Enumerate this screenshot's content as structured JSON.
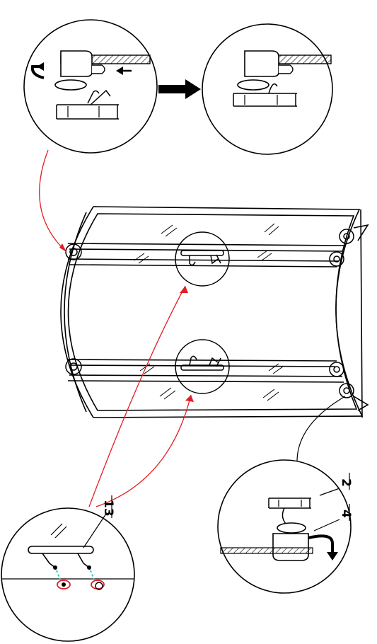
{
  "callouts": [
    {
      "id": "label-2",
      "text": "2"
    },
    {
      "id": "label-4",
      "text": "4"
    },
    {
      "id": "label-13",
      "text": "13"
    }
  ],
  "colors": {
    "line": "#000000",
    "leader": "#e31e24",
    "hatch": "#000000",
    "screw_dash": "#2ec7c9"
  }
}
